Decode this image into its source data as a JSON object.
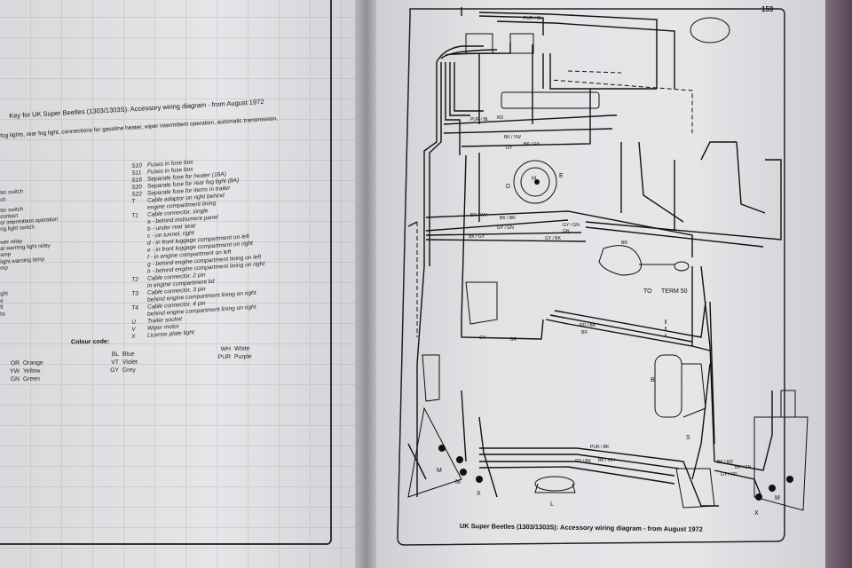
{
  "left_page": {
    "heading": "Key for UK Super Beetles (1303/1303S): Accessory wiring diagram - from August 1972",
    "subheading": "fog lights, rear fog light, connections for gasoline heater, wiper intermittent operation, automatic transmission,",
    "truncated_lines": [
      "ter switch",
      "ch",
      "tor switch",
      "contact",
      "or intermittent operation",
      "ng light switch",
      "wer relay",
      "al warning light relay",
      "amp",
      "light warning lamp",
      "mp",
      "ght",
      "e",
      "ft",
      "ht"
    ],
    "codes": [
      {
        "code": "S10",
        "desc": "Fuses in fuse box"
      },
      {
        "code": "S11",
        "desc": "Fuses in fuse box"
      },
      {
        "code": "S16",
        "desc": "Separate fuse for heater (16A)"
      },
      {
        "code": "S20",
        "desc": "Separate fuse for rear fog light (8A)"
      },
      {
        "code": "S22",
        "desc": "Separate fuse for items in trailer"
      },
      {
        "code": "T",
        "desc": "Cable adaptor on right behind"
      },
      {
        "code": "",
        "desc": "engine compartment lining"
      },
      {
        "code": "T1",
        "desc": "Cable connector, single"
      },
      {
        "code": "",
        "desc": "a - behind instrument panel"
      },
      {
        "code": "",
        "desc": "b - under rear seat"
      },
      {
        "code": "",
        "desc": "c - on tunnel, right"
      },
      {
        "code": "",
        "desc": "d - in front luggage compartment on left"
      },
      {
        "code": "",
        "desc": "e - in front luggage compartment on right"
      },
      {
        "code": "",
        "desc": "f - in engine compartment on left"
      },
      {
        "code": "",
        "desc": "g - behind engine compartment lining on left"
      },
      {
        "code": "",
        "desc": "h - behind engine compartment lining on right"
      },
      {
        "code": "T2",
        "desc": "Cable connector, 2 pin"
      },
      {
        "code": "",
        "desc": "in engine compartment lid"
      },
      {
        "code": "T3",
        "desc": "Cable connector, 3 pin"
      },
      {
        "code": "",
        "desc": "behind engine compartment lining on right"
      },
      {
        "code": "T4",
        "desc": "Cable connector, 4 pin"
      },
      {
        "code": "",
        "desc": "behind engine compartment lining on right"
      },
      {
        "code": "U",
        "desc": "Trailer socket"
      },
      {
        "code": "V",
        "desc": "Wiper motor"
      },
      {
        "code": "X",
        "desc": "License plate light"
      }
    ],
    "colour_code_title": "Colour code:",
    "colours": [
      {
        "abbr": "OR",
        "name": "Orange"
      },
      {
        "abbr": "YW",
        "name": "Yellow"
      },
      {
        "abbr": "GN",
        "name": "Green"
      },
      {
        "abbr": "BL",
        "name": "Blue"
      },
      {
        "abbr": "VT",
        "name": "Violet"
      },
      {
        "abbr": "GY",
        "name": "Grey"
      },
      {
        "abbr": "WH",
        "name": "White"
      },
      {
        "abbr": "PUR",
        "name": "Purple"
      }
    ]
  },
  "right_page": {
    "page_number": "159",
    "caption": "UK Super Beetles (1303/1303S): Accessory wiring diagram - from August 1972",
    "wire_labels": [
      "PUR / BL",
      "RD",
      "BK / YW",
      "BK / GY",
      "GY",
      "BR / WH",
      "BK / BR",
      "GY / GN",
      "GN",
      "GY / BK",
      "BK / GN",
      "GY / RD",
      "BK / RD",
      "BR",
      "RD / BK",
      "PUR / BK",
      "BK / WH",
      "TO",
      "TERM 50",
      "D",
      "H",
      "E",
      "B",
      "S",
      "M",
      "X",
      "L"
    ]
  },
  "colors": {
    "ink": "#111111",
    "paper": "#e4e4e7",
    "fabric": "#5b4a58"
  }
}
